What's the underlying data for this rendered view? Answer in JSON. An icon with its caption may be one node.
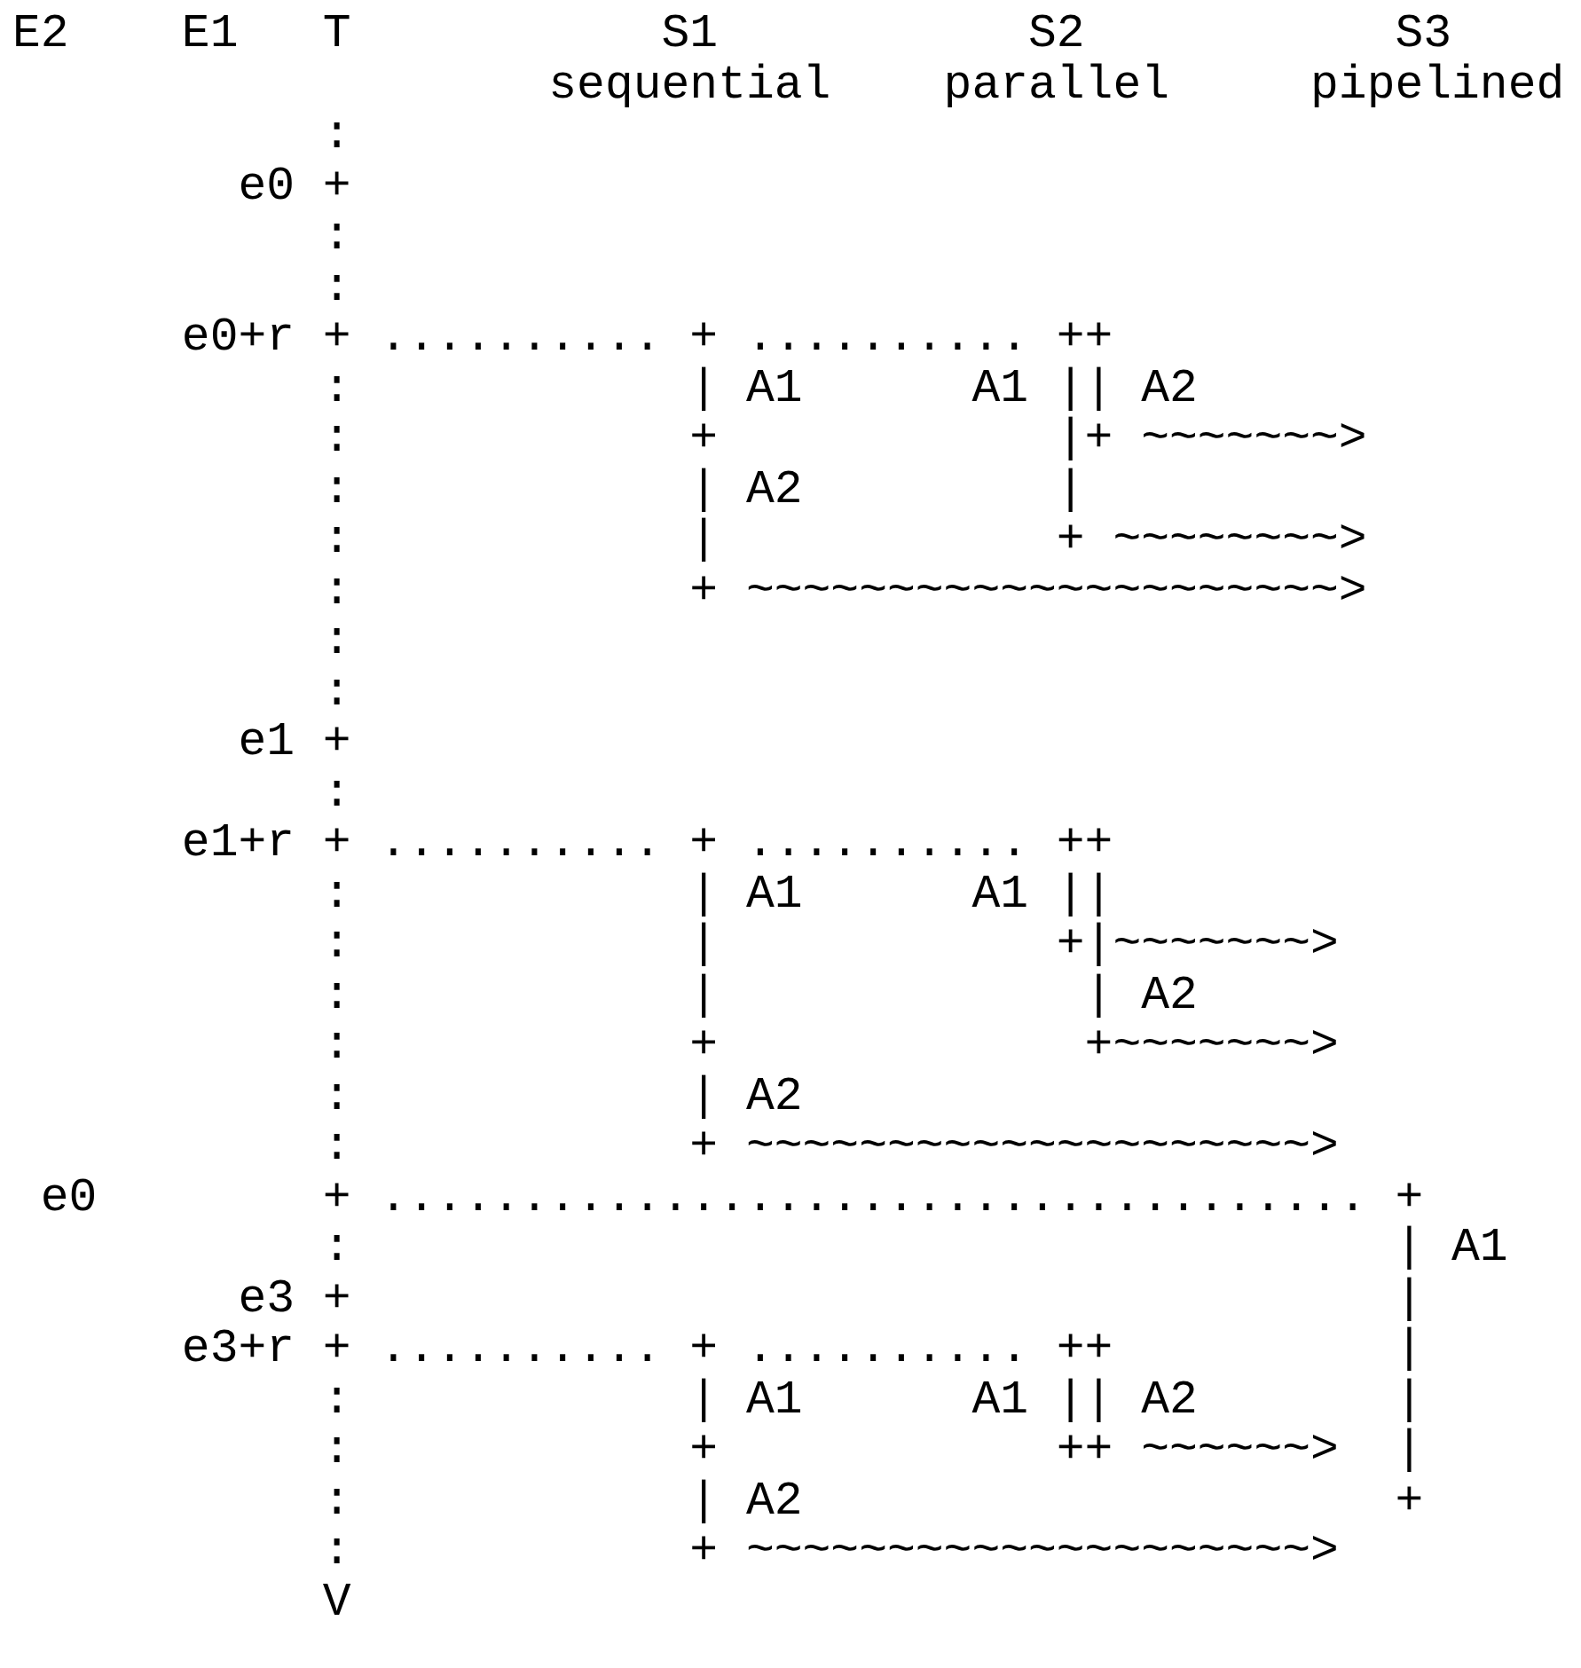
{
  "diagram": {
    "labels": [
      "E2    E1   T           S1           S2           S3",
      "                   sequential    parallel     pipelined",
      "           :",
      "        e0 +",
      "           :",
      "           :",
      "      e0+r + .......... + .......... ++",
      "           :            | A1      A1 || A2",
      "           :            +            |+ ~~~~~~~>",
      "           :            | A2         |",
      "           :            |            + ~~~~~~~~>",
      "           :            + ~~~~~~~~~~~~~~~~~~~~~>",
      "           :",
      "           :",
      "        e1 +",
      "           :",
      "      e1+r + .......... + .......... ++",
      "           :            | A1      A1 ||",
      "           :            |            +|~~~~~~~>",
      "           :            |             | A2",
      "           :            +             +~~~~~~~>",
      "           :            | A2",
      "           :            + ~~~~~~~~~~~~~~~~~~~~>",
      " e0        + ................................... +",
      "           :                                     | A1",
      "        e3 +                                     |",
      "      e3+r + .......... + .......... ++          |",
      "           :            | A1      A1 || A2       |",
      "           :            +            ++ ~~~~~~>  |",
      "           :            | A2                     +",
      "           :            + ~~~~~~~~~~~~~~~~~~~~>",
      "           V"
    ]
  }
}
